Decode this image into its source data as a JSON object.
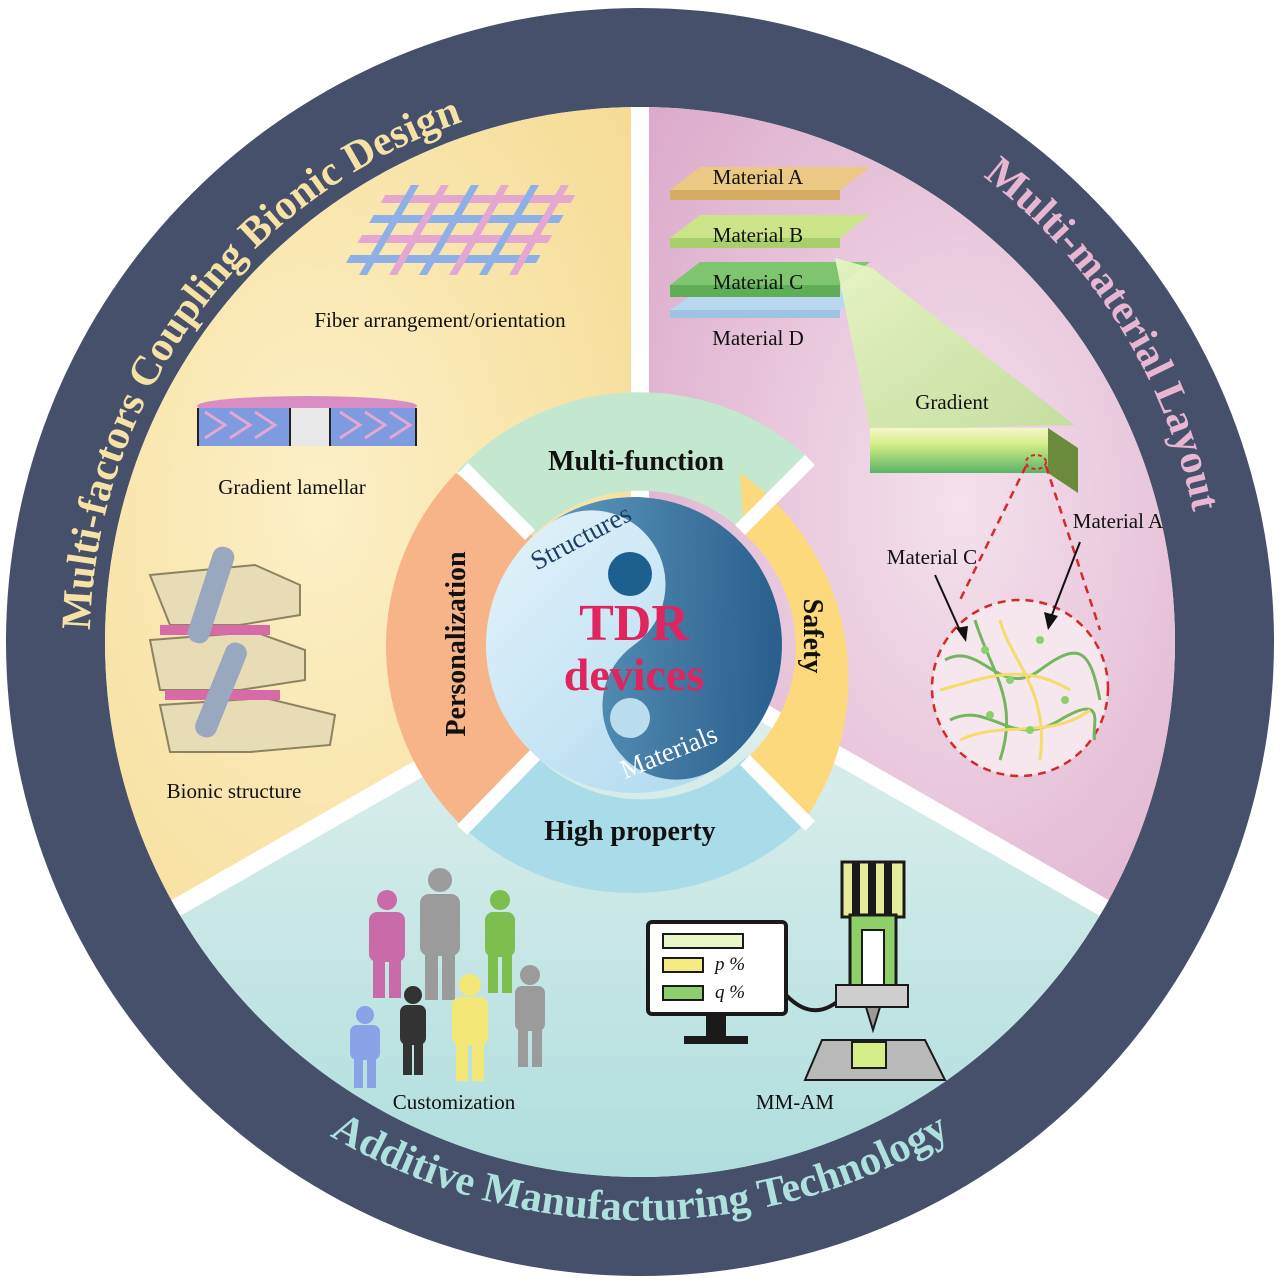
{
  "ring": {
    "left_title": "Multi-factors Coupling Bionic Design",
    "right_title": "Multi-material Layout",
    "bottom_title": "Additive Manufacturing Technology"
  },
  "bionic": {
    "fiber_label": "Fiber arrangement/orientation",
    "lamellar_label": "Gradient lamellar",
    "structure_label": "Bionic structure"
  },
  "multimaterial": {
    "material_a": "Material A",
    "material_b": "Material B",
    "material_c": "Material C",
    "material_d": "Material D",
    "gradient_label": "Gradient",
    "callout_a": "Material A",
    "callout_c": "Material C"
  },
  "am": {
    "customization_label": "Customization",
    "mmam_label": "MM-AM",
    "screen_p": "p %",
    "screen_q": "q %"
  },
  "segments": {
    "top": "Multi-function",
    "right": "Safety",
    "bottom": "High property",
    "left": "Personalization"
  },
  "center": {
    "title_line1": "TDR",
    "title_line2": "devices",
    "upper_word": "Structures",
    "lower_word": "Materials"
  },
  "colors": {
    "ring": "#46506b",
    "left_panel": "#f7e2a6",
    "right_panel": "#e6bcd6",
    "bottom_panel": "#c3e4e2",
    "seg_top": "#c4e8cf",
    "seg_right": "#fbd97c",
    "seg_bottom": "#a9dbe8",
    "seg_left": "#f7b488",
    "accent": "#e0245e"
  }
}
